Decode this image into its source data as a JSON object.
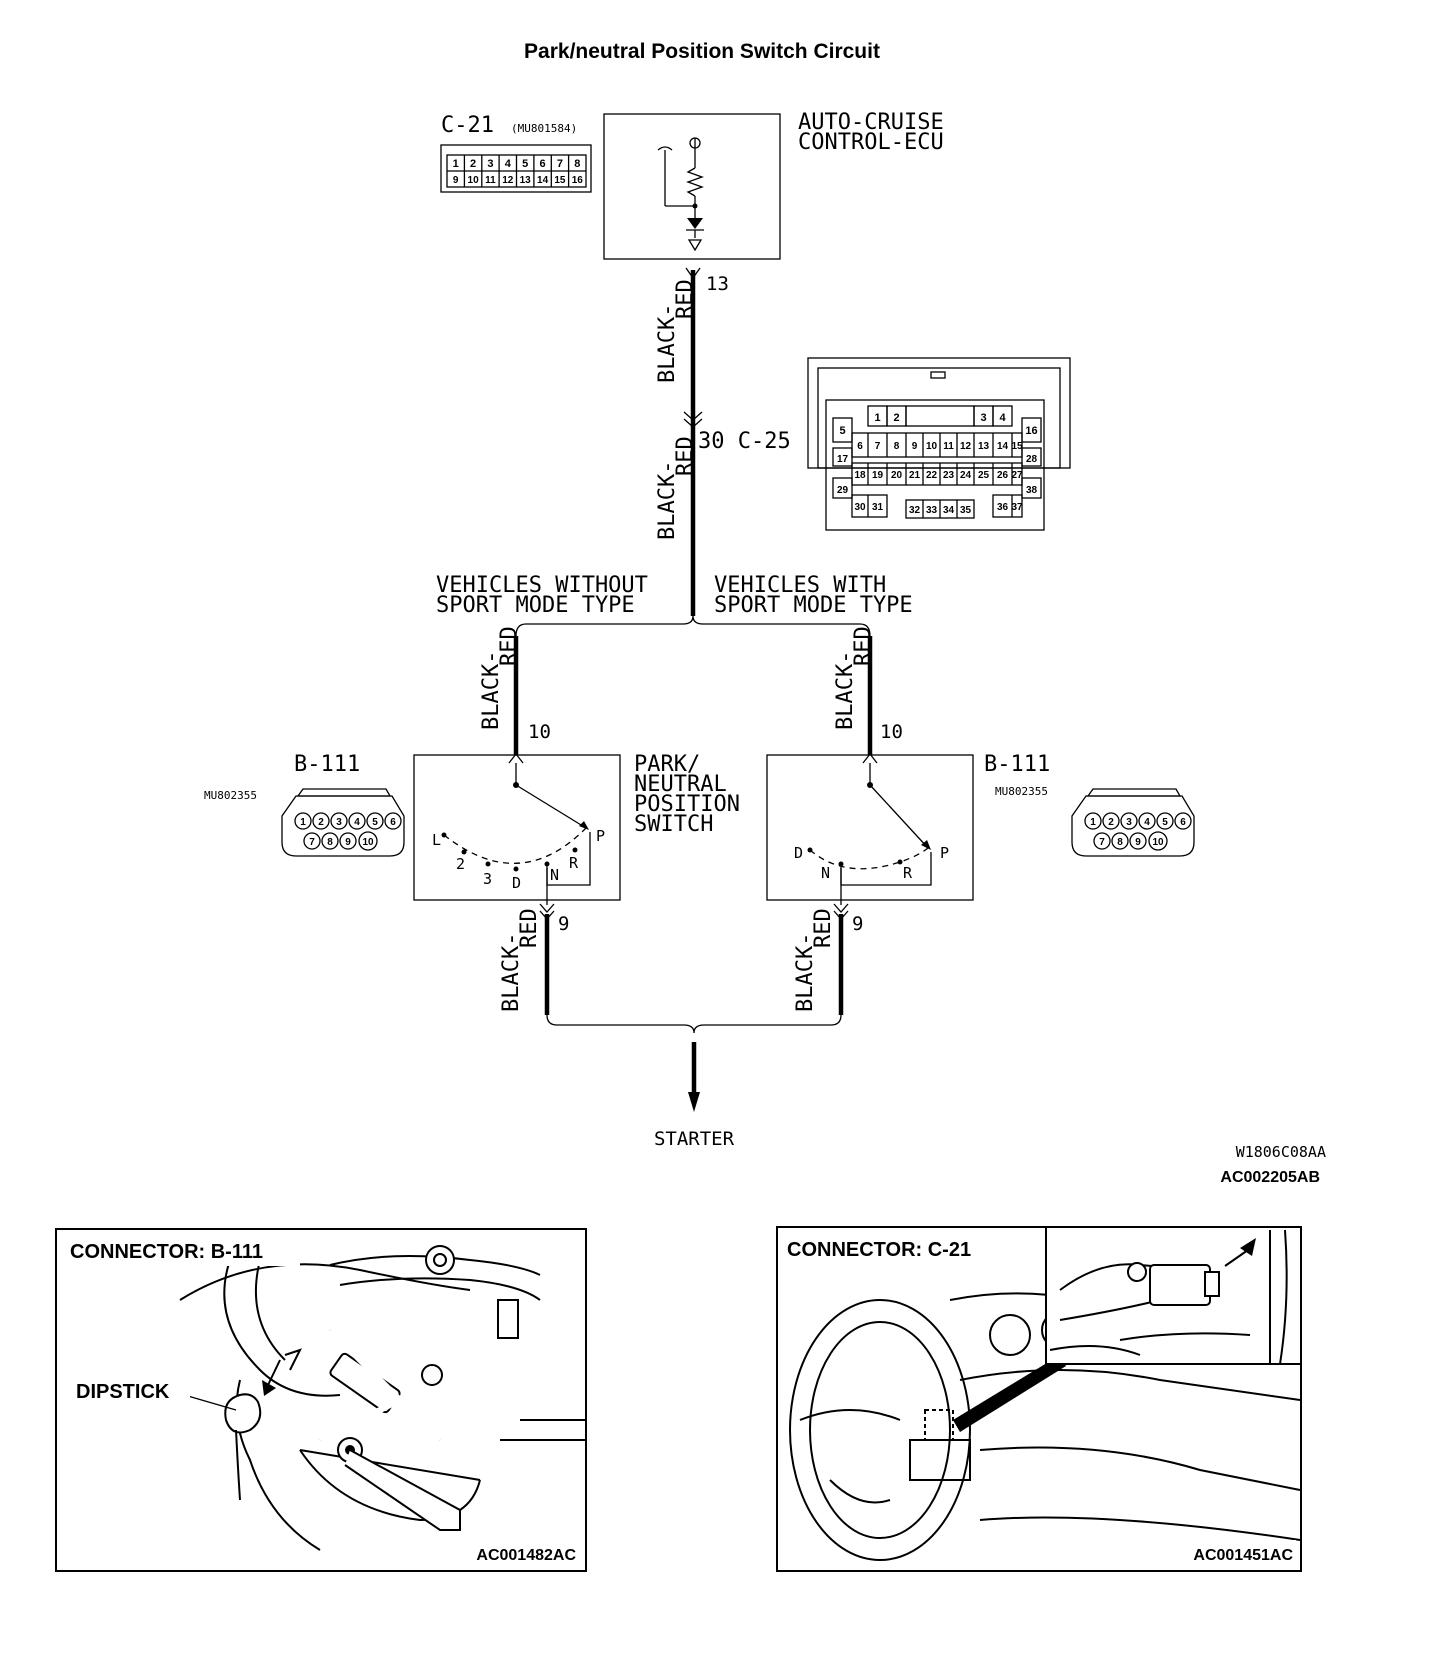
{
  "title": "Park/neutral Position Switch Circuit",
  "ecu": {
    "connector_id": "C-21",
    "connector_part": "(MU801584)",
    "name_line1": "AUTO-CRUISE",
    "name_line2": "CONTROL-ECU",
    "pins_top": [
      "1",
      "2",
      "3",
      "4",
      "5",
      "6",
      "7",
      "8"
    ],
    "pins_bottom": [
      "9",
      "10",
      "11",
      "12",
      "13",
      "14",
      "15",
      "16"
    ],
    "terminal": "13"
  },
  "wire": {
    "color_line1": "BLACK-",
    "color_line2": "RED"
  },
  "junction": {
    "label": "30 C-25",
    "pins_r1": [
      "1",
      "2",
      "3",
      "4"
    ],
    "pins_r2": [
      "5",
      "6",
      "7",
      "8",
      "9",
      "10",
      "11",
      "12",
      "13",
      "14",
      "15",
      "16"
    ],
    "pins_r3": [
      "17",
      "18",
      "19",
      "20",
      "21",
      "22",
      "23",
      "24",
      "25",
      "26",
      "27",
      "28"
    ],
    "pins_r4": [
      "29",
      "30",
      "31",
      "32",
      "33",
      "34",
      "35",
      "36",
      "37",
      "38"
    ]
  },
  "branches": {
    "left_line1": "VEHICLES WITHOUT",
    "left_line2": "SPORT MODE TYPE",
    "right_line1": "VEHICLES WITH",
    "right_line2": "SPORT MODE TYPE"
  },
  "switch": {
    "name_line1": "PARK/",
    "name_line2": "NEUTRAL",
    "name_line3": "POSITION",
    "name_line4": "SWITCH",
    "connector_id": "B-111",
    "connector_part": "MU802355",
    "top_terminal": "10",
    "bottom_terminal": "9",
    "left_positions": [
      "L",
      "2",
      "3",
      "D",
      "N",
      "R",
      "P"
    ],
    "right_positions": [
      "D",
      "N",
      "R",
      "P"
    ],
    "pins_top": [
      "1",
      "2",
      "3",
      "4",
      "5",
      "6"
    ],
    "pins_bottom": [
      "7",
      "8",
      "9",
      "10"
    ]
  },
  "starter": "STARTER",
  "codes": {
    "diagram_code1": "W1806C08AA",
    "diagram_code2": "AC002205AB"
  },
  "panel_left": {
    "title": "CONNECTOR: B-111",
    "callout": "DIPSTICK",
    "code": "AC001482AC"
  },
  "panel_right": {
    "title": "CONNECTOR: C-21",
    "code": "AC001451AC"
  }
}
